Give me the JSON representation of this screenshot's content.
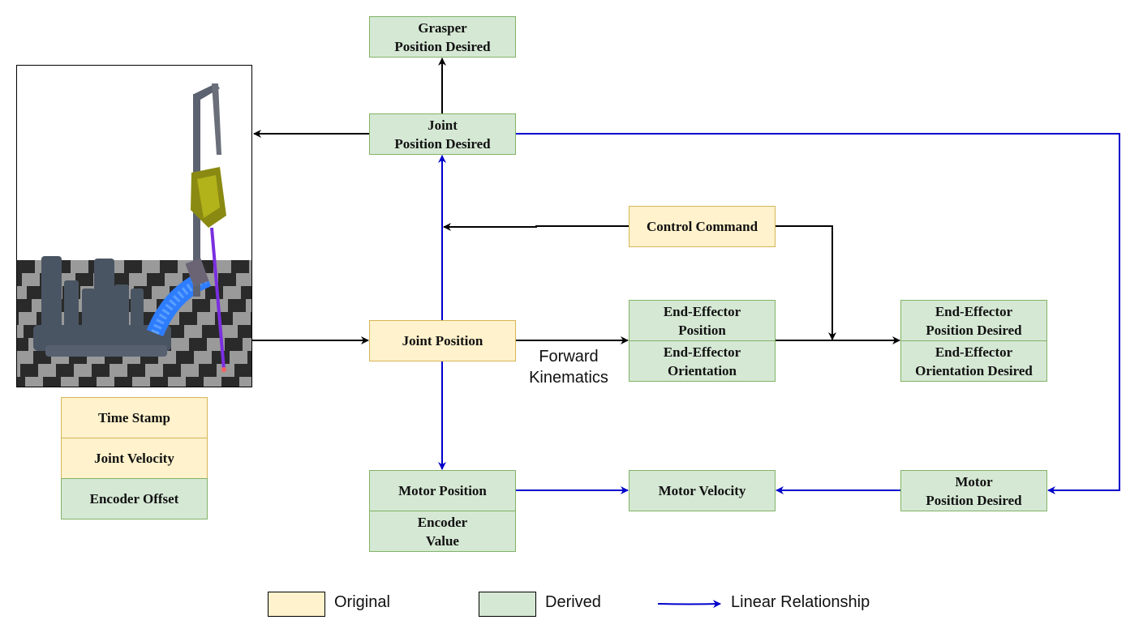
{
  "colors": {
    "original_fill": "#fff2cc",
    "original_border": "#d6b656",
    "derived_fill": "#d5e8d4",
    "derived_border": "#82b366",
    "linear_arrow": "#0000cc",
    "plain_arrow": "#000000"
  },
  "nodes": {
    "grasper_position_desired": "Grasper\nPosition Desired",
    "joint_position_desired": "Joint\nPosition Desired",
    "control_command": "Control Command",
    "joint_position": "Joint Position",
    "ee_position": "End-Effector\nPosition",
    "ee_orientation": "End-Effector\nOrientation",
    "ee_position_desired": "End-Effector\nPosition Desired",
    "ee_orientation_desired": "End-Effector\nOrientation Desired",
    "time_stamp": "Time Stamp",
    "joint_velocity": "Joint Velocity",
    "encoder_offset": "Encoder Offset",
    "motor_position": "Motor Position",
    "encoder_value": "Encoder\nValue",
    "motor_velocity": "Motor Velocity",
    "motor_position_desired": "Motor\nPosition Desired"
  },
  "edge_labels": {
    "forward_kinematics": "Forward\nKinematics"
  },
  "legend": {
    "original": "Original",
    "derived": "Derived",
    "linear_relationship": "Linear Relationship"
  },
  "image": {
    "subject": "robot-arm-render-icon"
  }
}
